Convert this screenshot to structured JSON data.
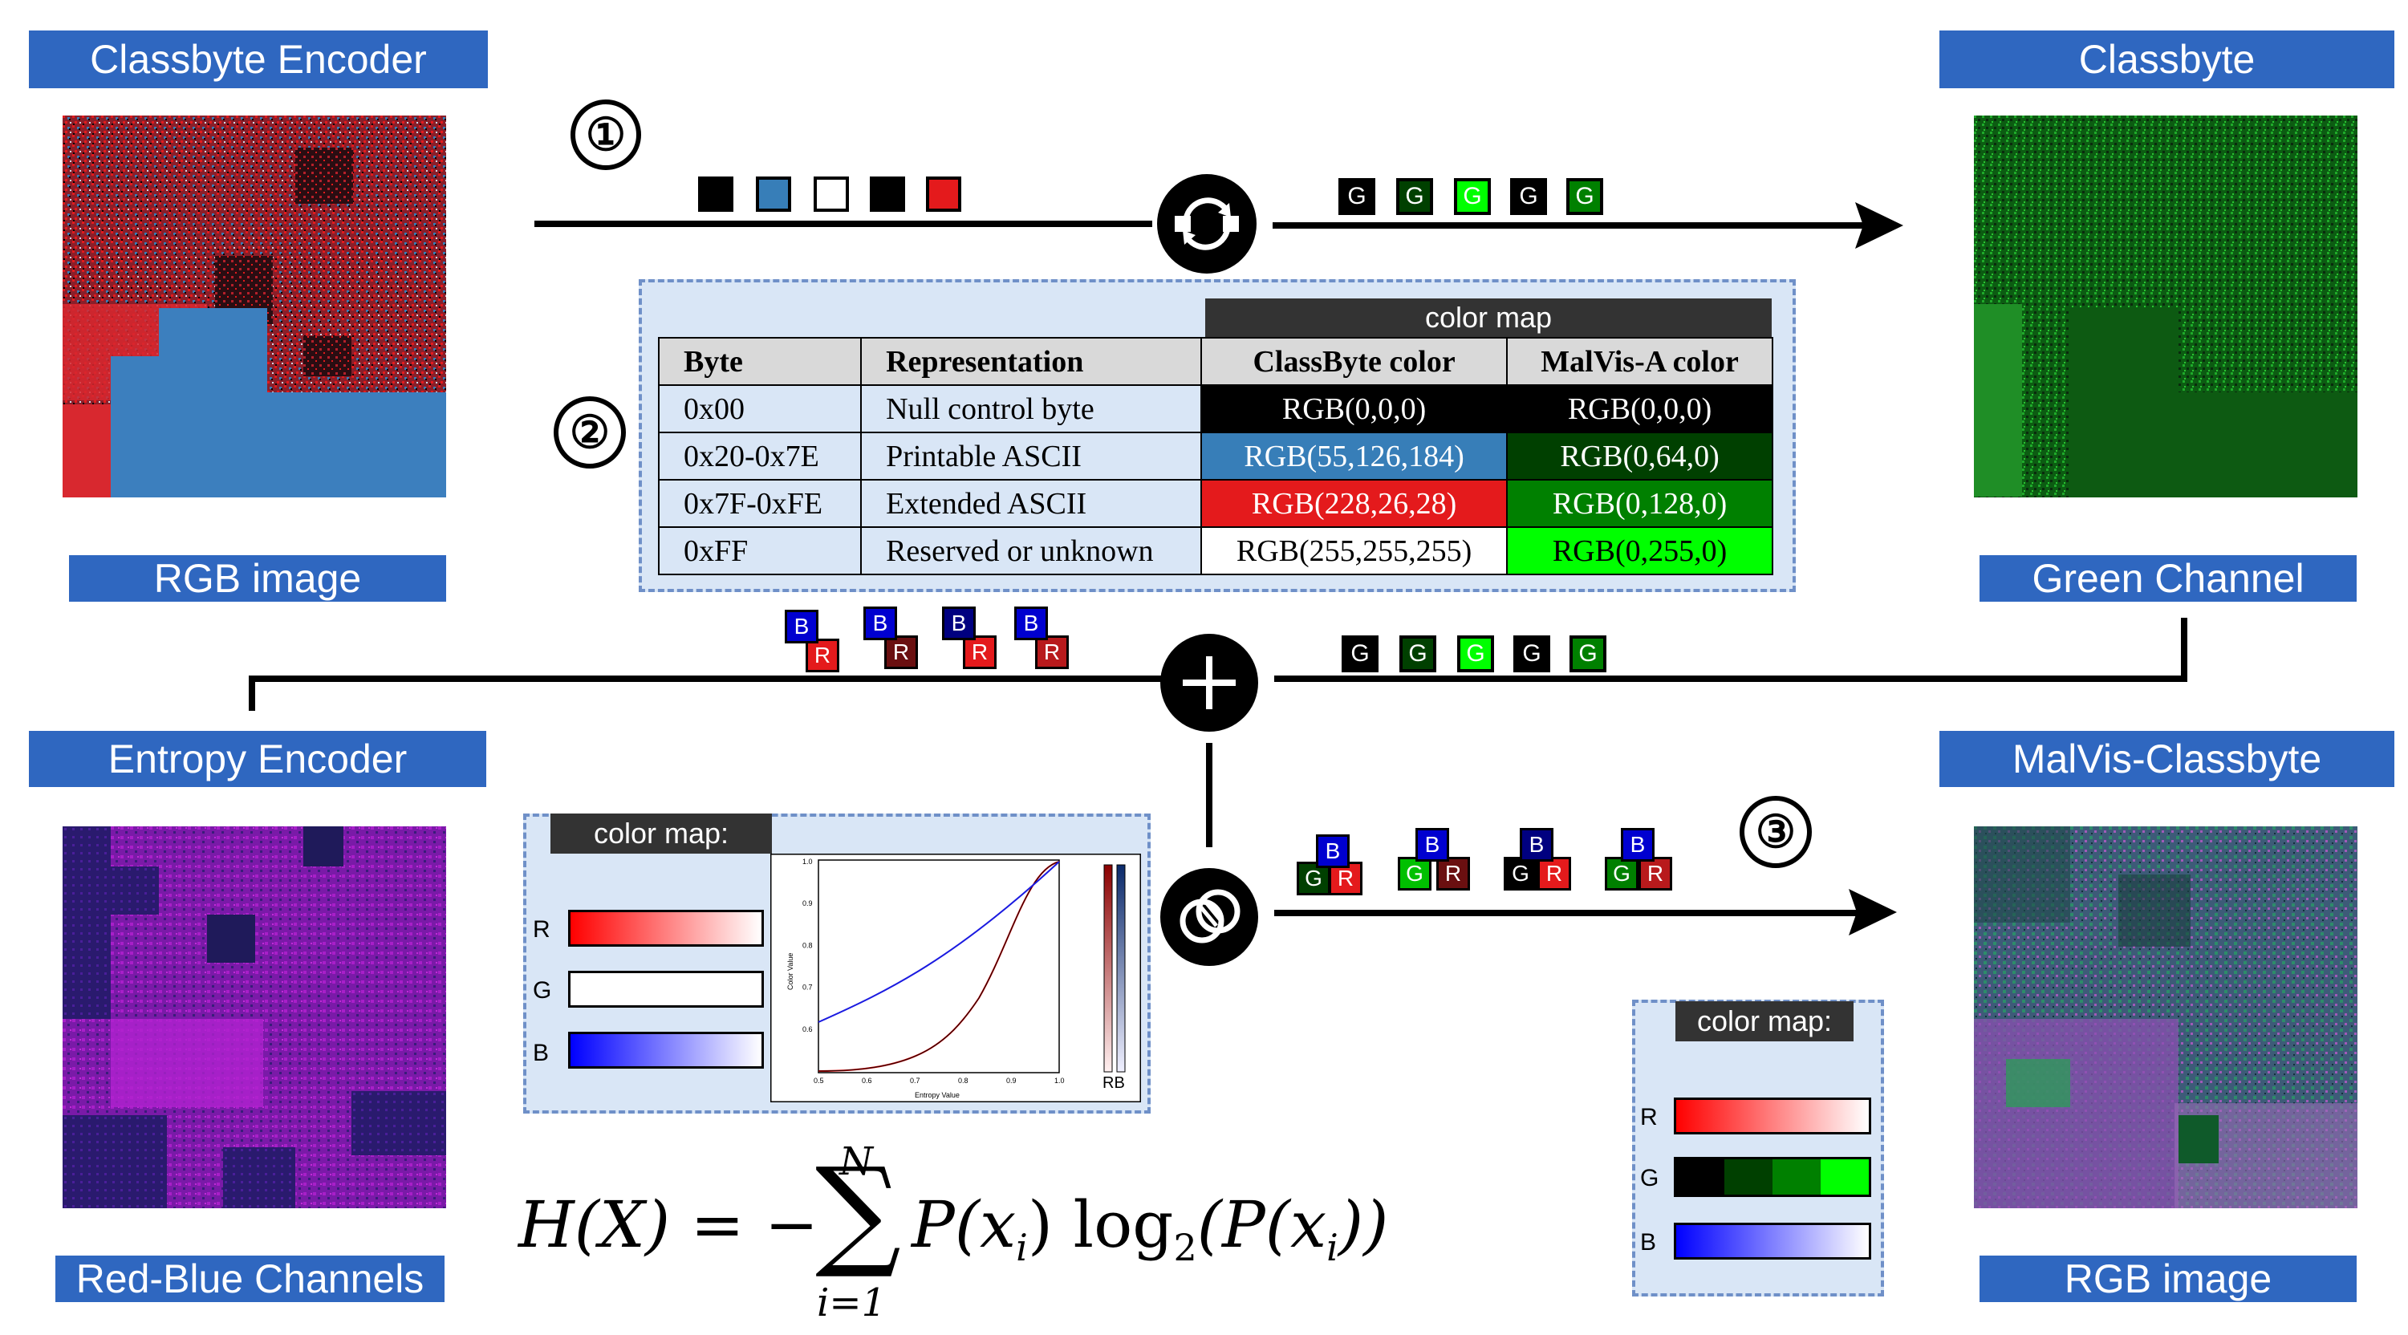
{
  "labels": {
    "classbyte_encoder": "Classbyte Encoder",
    "rgb_image_left": "RGB image",
    "classbyte": "Classbyte",
    "green_channel": "Green Channel",
    "entropy_encoder": "Entropy Encoder",
    "red_blue_channels": "Red-Blue Channels",
    "malvis_classbyte": "MalVis-Classbyte",
    "rgb_image_right": "RGB image"
  },
  "steps": [
    "①",
    "②",
    "③"
  ],
  "table": {
    "header_band": "color map",
    "columns": [
      "Byte",
      "Representation",
      "ClassByte color",
      "MalVis-A color"
    ],
    "rows": [
      {
        "byte": "0x00",
        "rep": "Null control byte",
        "cb": "RGB(0,0,0)",
        "cb_bg": "#000000",
        "cb_fg": "#ffffff",
        "mv": "RGB(0,0,0)",
        "mv_bg": "#000000",
        "mv_fg": "#ffffff"
      },
      {
        "byte": "0x20-0x7E",
        "rep": "Printable ASCII",
        "cb": "RGB(55,126,184)",
        "cb_bg": "#377eb8",
        "cb_fg": "#ffffff",
        "mv": "RGB(0,64,0)",
        "mv_bg": "#004000",
        "mv_fg": "#ffffff"
      },
      {
        "byte": "0x7F-0xFE",
        "rep": "Extended ASCII",
        "cb": "RGB(228,26,28)",
        "cb_bg": "#e41a1c",
        "cb_fg": "#ffffff",
        "mv": "RGB(0,128,0)",
        "mv_bg": "#008000",
        "mv_fg": "#ffffff"
      },
      {
        "byte": "0xFF",
        "rep": "Reserved or unknown",
        "cb": "RGB(255,255,255)",
        "cb_bg": "#ffffff",
        "cb_fg": "#000000",
        "mv": "RGB(0,255,0)",
        "mv_bg": "#00ff00",
        "mv_fg": "#000000"
      }
    ]
  },
  "colormap_entropy": {
    "title": "color map:",
    "channels": [
      "R",
      "G",
      "B"
    ],
    "plot_ticks_x": [
      "0.5",
      "0.6",
      "0.7",
      "0.8",
      "0.9",
      "1.0"
    ],
    "plot_ticks_y": [
      "0.6",
      "0.7",
      "0.8",
      "0.9",
      "1.0"
    ],
    "plot_xlabel": "Entropy Value",
    "plot_ylabel": "Color Value",
    "colorbar_label": "RB"
  },
  "colormap_final": {
    "title": "color map:",
    "channels": [
      "R",
      "G",
      "B"
    ]
  },
  "letters": {
    "g": "G",
    "b": "B",
    "r": "R"
  },
  "formula": {
    "lhs": "H(X) = −",
    "sum_top": "N",
    "sum_bottom": "i=1",
    "rhs": "P(x",
    "rhs_i": "i",
    "rhs2": ") log",
    "sub2": "2",
    "rhs3": "(P(x",
    "rhs4": "i",
    "rhs5": "))"
  },
  "colors": {
    "label_blue": "#2f67c0",
    "panel_fill": "#d9e6f6",
    "panel_border": "#6f90c8"
  }
}
